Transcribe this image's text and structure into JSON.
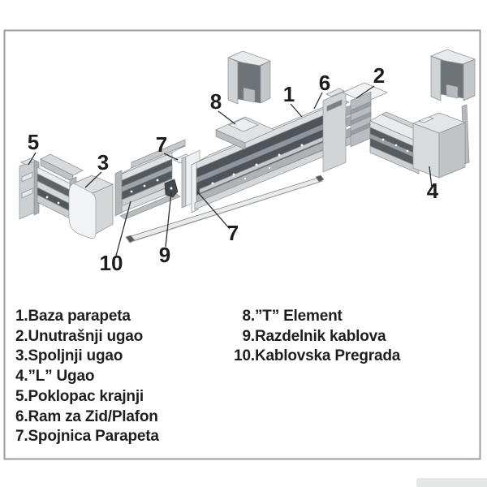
{
  "legend": {
    "left": [
      {
        "num": "1.",
        "label": "Baza parapeta"
      },
      {
        "num": "2.",
        "label": "Unutrašnji ugao"
      },
      {
        "num": "3.",
        "label": "Spoljnji ugao"
      },
      {
        "num": "4.",
        "label": "”L” Ugao"
      },
      {
        "num": "5.",
        "label": "Poklopac krajnji"
      },
      {
        "num": "6.",
        "label": "Ram za Zid/Plafon"
      },
      {
        "num": "7.",
        "label": "Spojnica Parapeta"
      }
    ],
    "right": [
      {
        "num": "8.",
        "label": "”T” Element"
      },
      {
        "num": "9.",
        "label": "Razdelnik kablova"
      },
      {
        "num": "10.",
        "label": "Kablovska Pregrada"
      }
    ]
  },
  "callouts": {
    "n1": "1",
    "n2": "2",
    "n3": "3",
    "n4": "4",
    "n5": "5",
    "n6": "6",
    "n7a": "7",
    "n7b": "7",
    "n8": "8",
    "n9": "9",
    "n10": "10"
  },
  "palette": {
    "part_top_light": "#e9ebec",
    "part_face_light": "#d2d5d7",
    "part_face_medium": "#bfc3c6",
    "part_interior_dark": "#4f545a",
    "leader_line": "#2f2f2f",
    "text": "#1e1e1e",
    "frame_border": "#9a9ea1",
    "bottom_bar": "#e5e6e6"
  }
}
